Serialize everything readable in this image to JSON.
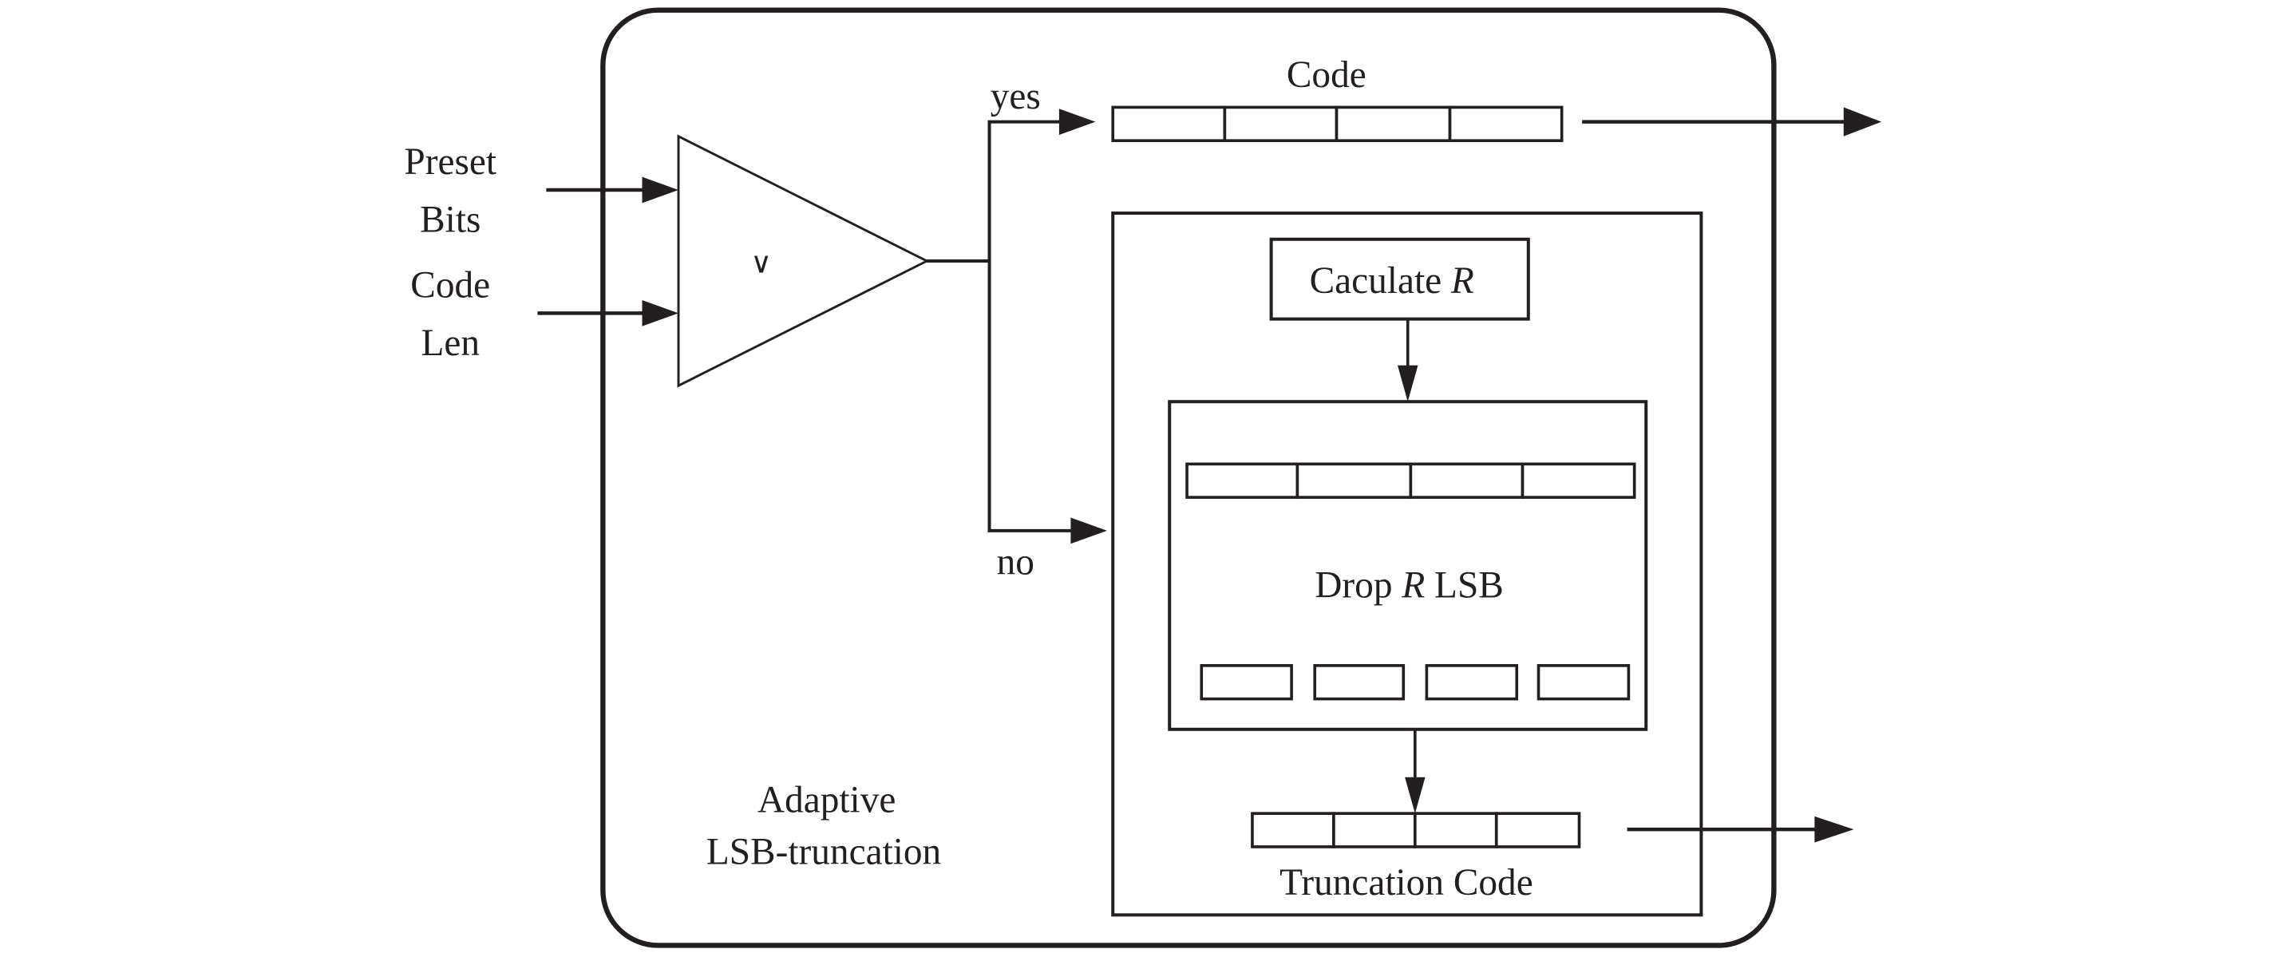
{
  "diagram": {
    "title": "Adaptive LSB-truncation block diagram",
    "colors": {
      "line": "#231f20",
      "background": "#ffffff"
    },
    "inputs": {
      "preset_bits": [
        "Preset",
        "Bits"
      ],
      "code_len": [
        "Code",
        "Len"
      ]
    },
    "comparator": {
      "symbol": "∨"
    },
    "branches": {
      "yes": "yes",
      "no": "no"
    },
    "code_register": {
      "label": "Code",
      "cells": 4
    },
    "calculate_block": {
      "text": "Caculate ",
      "variable": "R"
    },
    "drop_block": {
      "text_before": "Drop ",
      "variable": "R",
      "text_after": " LSB",
      "input_cells": 4,
      "output_cells": 4
    },
    "truncation_register": {
      "label": "Truncation Code",
      "cells": 4
    },
    "module_label": [
      "Adaptive",
      "LSB-truncation"
    ]
  }
}
